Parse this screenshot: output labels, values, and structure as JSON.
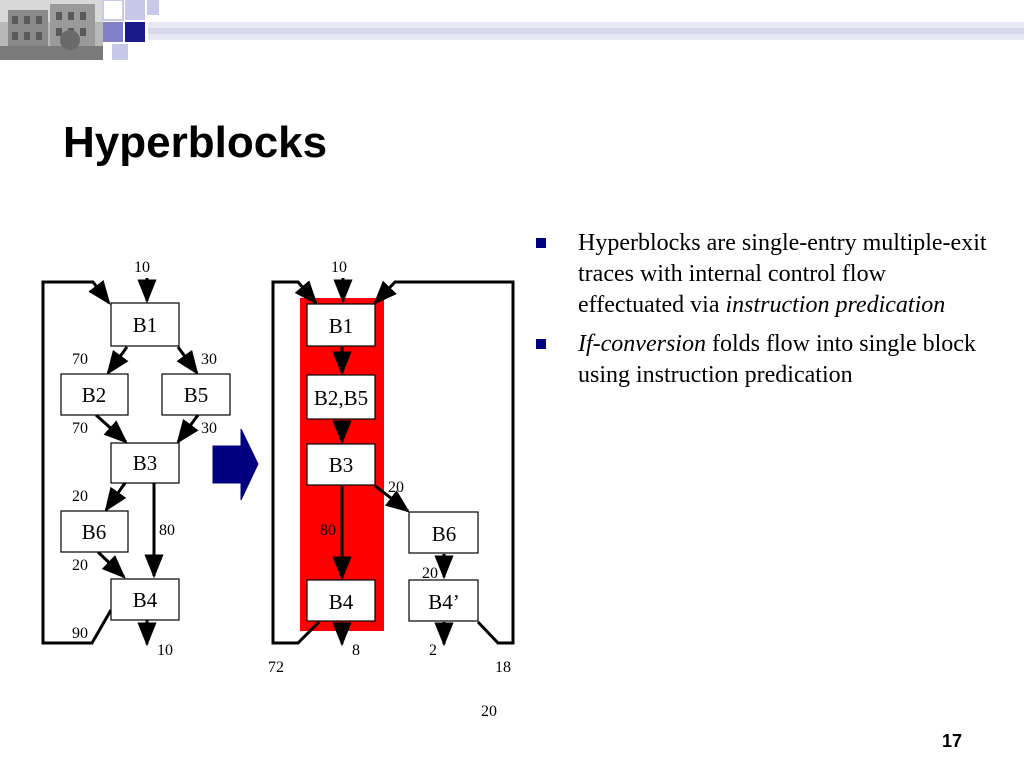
{
  "slide": {
    "title": "Hyperblocks",
    "page_number": "17"
  },
  "bullets": [
    {
      "parts": [
        {
          "text": "Hyperblocks are single-entry multiple-exit traces with internal control flow effectuated via ",
          "italic": false
        },
        {
          "text": "instruction predication",
          "italic": true
        }
      ]
    },
    {
      "parts": [
        {
          "text": "If-conversion",
          "italic": true
        },
        {
          "text": " folds flow into single block using instruction predication",
          "italic": false
        }
      ]
    }
  ],
  "diagram": {
    "left_cfg": {
      "blocks": [
        "B1",
        "B2",
        "B5",
        "B3",
        "B6",
        "B4"
      ],
      "edge_labels": [
        "10",
        "70",
        "30",
        "70",
        "30",
        "20",
        "80",
        "20",
        "90",
        "10"
      ]
    },
    "right_cfg": {
      "blocks": [
        "B1",
        "B2,B5",
        "B3",
        "B6",
        "B4",
        "B4’"
      ],
      "edge_labels": [
        "10",
        "20",
        "80",
        "20",
        "8",
        "2",
        "72",
        "18",
        "20"
      ],
      "hyperblock_color": "#ff0000"
    },
    "arrow_color": "#000080"
  },
  "colors": {
    "bullet_square": "#000080",
    "deco_dark": "#1a1a8c",
    "deco_mid": "#8080c8",
    "deco_light": "#c8c8e8"
  }
}
